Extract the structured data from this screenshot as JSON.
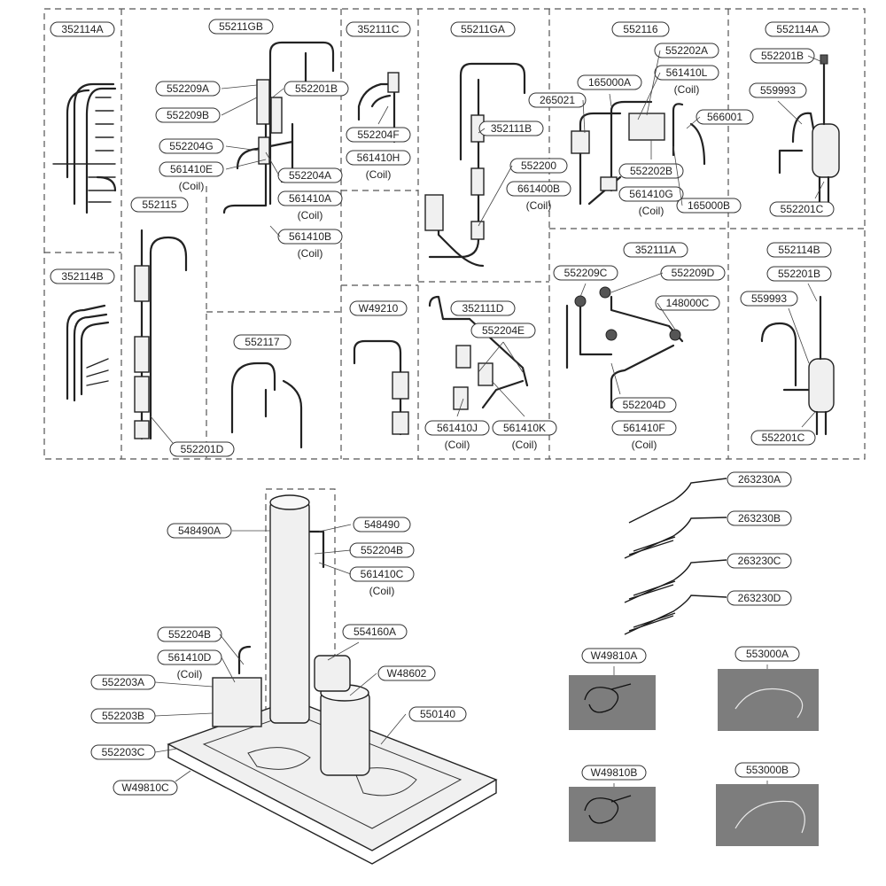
{
  "coil_text": "(Coil)",
  "labels": [
    {
      "id": "352114A"
    },
    {
      "id": "55211GB"
    },
    {
      "id": "352111C"
    },
    {
      "id": "55211GA"
    },
    {
      "id": "552116"
    },
    {
      "id": "352114A_r"
    },
    {
      "id": "552209A"
    },
    {
      "id": "552201B_a"
    },
    {
      "id": "552209B"
    },
    {
      "id": "552204G"
    },
    {
      "id": "561410E"
    },
    {
      "id": "552204A"
    },
    {
      "id": "561410A"
    },
    {
      "id": "561410B"
    },
    {
      "id": "552115"
    },
    {
      "id": "552204F"
    },
    {
      "id": "561410H"
    },
    {
      "id": "352111B"
    },
    {
      "id": "552200"
    },
    {
      "id": "661400B"
    },
    {
      "id": "552202A"
    },
    {
      "id": "165000A"
    },
    {
      "id": "561410L"
    },
    {
      "id": "265021"
    },
    {
      "id": "566001"
    },
    {
      "id": "552202B"
    },
    {
      "id": "561410G"
    },
    {
      "id": "165000B"
    },
    {
      "id": "552201B_b"
    },
    {
      "id": "559993_a"
    },
    {
      "id": "552201C_a"
    },
    {
      "id": "352114B"
    },
    {
      "id": "352111A"
    },
    {
      "id": "552114B"
    },
    {
      "id": "552201B_c"
    },
    {
      "id": "559993_b"
    },
    {
      "id": "552209C"
    },
    {
      "id": "552209D"
    },
    {
      "id": "148000C"
    },
    {
      "id": "W49210"
    },
    {
      "id": "352111D"
    },
    {
      "id": "552204E"
    },
    {
      "id": "552117"
    },
    {
      "id": "552204D"
    },
    {
      "id": "561410J"
    },
    {
      "id": "561410K"
    },
    {
      "id": "561410F"
    },
    {
      "id": "552201D"
    },
    {
      "id": "552201C_b"
    },
    {
      "id": "263230A"
    },
    {
      "id": "263230B"
    },
    {
      "id": "263230C"
    },
    {
      "id": "263230D"
    },
    {
      "id": "548490A"
    },
    {
      "id": "548490"
    },
    {
      "id": "552204B_a"
    },
    {
      "id": "561410C"
    },
    {
      "id": "552204B_b"
    },
    {
      "id": "554160A"
    },
    {
      "id": "561410D"
    },
    {
      "id": "W48602"
    },
    {
      "id": "552203A"
    },
    {
      "id": "550140"
    },
    {
      "id": "552203B"
    },
    {
      "id": "552203C"
    },
    {
      "id": "W49810C"
    },
    {
      "id": "W49810A"
    },
    {
      "id": "553000A"
    },
    {
      "id": "W49810B"
    },
    {
      "id": "553000B"
    }
  ],
  "text": {
    "352114A": "352114A",
    "55211GB": "55211GB",
    "352111C": "352111C",
    "55211GA": "55211GA",
    "552116": "552116",
    "352114A_r": "552114A",
    "552209A": "552209A",
    "552201B_a": "552201B",
    "552209B": "552209B",
    "552204G": "552204G",
    "561410E": "561410E",
    "552204A": "552204A",
    "561410A": "561410A",
    "561410B": "561410B",
    "552115": "552115",
    "552204F": "552204F",
    "561410H": "561410H",
    "352111B": "352111B",
    "552200": "552200",
    "661400B": "661400B",
    "552202A": "552202A",
    "165000A": "165000A",
    "561410L": "561410L",
    "265021": "265021",
    "566001": "566001",
    "552202B": "552202B",
    "561410G": "561410G",
    "165000B": "165000B",
    "552201B_b": "552201B",
    "559993_a": "559993",
    "552201C_a": "552201C",
    "352114B": "352114B",
    "352111A": "352111A",
    "552114B": "552114B",
    "552201B_c": "552201B",
    "559993_b": "559993",
    "552209C": "552209C",
    "552209D": "552209D",
    "148000C": "148000C",
    "W49210": "W49210",
    "352111D": "352111D",
    "552204E": "552204E",
    "552117": "552117",
    "552204D": "552204D",
    "561410J": "561410J",
    "561410K": "561410K",
    "561410F": "561410F",
    "552201D": "552201D",
    "552201C_b": "552201C",
    "263230A": "263230A",
    "263230B": "263230B",
    "263230C": "263230C",
    "263230D": "263230D",
    "548490A": "548490A",
    "548490": "548490",
    "552204B_a": "552204B",
    "561410C": "561410C",
    "552204B_b": "552204B",
    "554160A": "554160A",
    "561410D": "561410D",
    "W48602": "W48602",
    "552203A": "552203A",
    "550140": "550140",
    "552203B": "552203B",
    "552203C": "552203C",
    "W49810C": "W49810C",
    "W49810A": "W49810A",
    "553000A": "553000A",
    "W49810B": "W49810B",
    "553000B": "553000B"
  }
}
